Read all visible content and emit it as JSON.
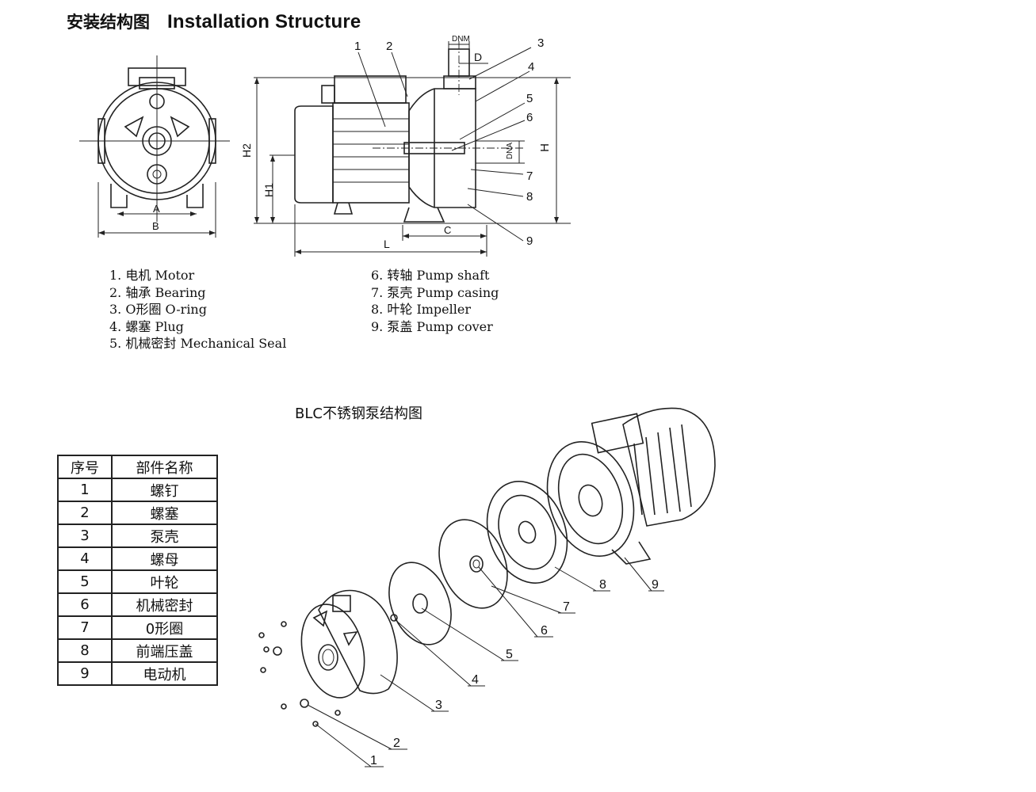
{
  "header": {
    "title_cn": "安装结构图",
    "title_en": "Installation Structure"
  },
  "dimensions": [
    "DNM",
    "D",
    "DNA",
    "H",
    "H2",
    "H1",
    "A",
    "B",
    "C",
    "L"
  ],
  "callout_numbers": [
    "1",
    "2",
    "3",
    "4",
    "5",
    "6",
    "7",
    "8",
    "9"
  ],
  "legend_left": [
    "1. 电机 Motor",
    "2. 轴承 Bearing",
    "3. O形圈 O-ring",
    "4. 螺塞 Plug",
    "5. 机械密封 Mechanical Seal"
  ],
  "legend_right": [
    "6. 转轴 Pump shaft",
    "7. 泵壳 Pump casing",
    "8. 叶轮 Impeller",
    "9. 泵盖 Pump cover"
  ],
  "exploded_title": "BLC不锈钢泵结构图",
  "parts_table": {
    "headers": [
      "序号",
      "部件名称"
    ],
    "rows": [
      [
        "1",
        "螺钉"
      ],
      [
        "2",
        "螺塞"
      ],
      [
        "3",
        "泵壳"
      ],
      [
        "4",
        "螺母"
      ],
      [
        "5",
        "叶轮"
      ],
      [
        "6",
        "机械密封"
      ],
      [
        "7",
        "0形圈"
      ],
      [
        "8",
        "前端压盖"
      ],
      [
        "9",
        "电动机"
      ]
    ]
  }
}
